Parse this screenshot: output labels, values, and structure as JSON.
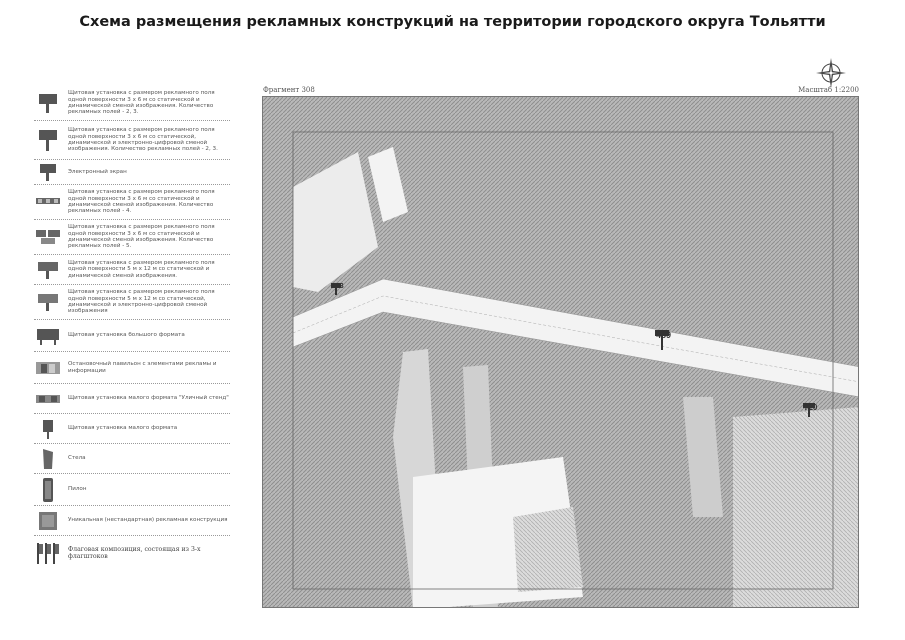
{
  "title": "Схема размещения рекламных конструкций на территории городского округа Тольятти",
  "map": {
    "fragment": "Фрагмент 308",
    "scale": "Масштаб 1:2200",
    "markers": [
      {
        "id": "713",
        "label": "713"
      },
      {
        "id": "489",
        "label": "489"
      },
      {
        "id": "720",
        "label": "720"
      }
    ]
  },
  "legend": [
    {
      "symbol": "board-3x6-double-icon",
      "text": "Щитовая установка с размером рекламного поля одной поверхности 3 х 6 м со статической и динамической сменой изображения. Количество рекламных полей - 2, 3."
    },
    {
      "symbol": "board-3x6-digital-icon",
      "text": "Щитовая установка с размером рекламного поля одной поверхности 3 х 6 м со статической, динамической и электронно-цифровой сменой изображения. Количество рекламных полей - 2, 3."
    },
    {
      "symbol": "electronic-screen-icon",
      "text": "Электронный экран"
    },
    {
      "symbol": "board-3x6-quad-icon",
      "text": "Щитовая установка с размером рекламного поля одной поверхности 3 х 6 м со статической и динамической сменой изображения. Количество рекламных полей - 4."
    },
    {
      "symbol": "board-3x6-five-icon",
      "text": "Щитовая установка с размером рекламного поля одной поверхности 3 х 6 м со статической и динамической сменой изображения. Количество рекламных полей - 5."
    },
    {
      "symbol": "board-5x12-icon",
      "text": "Щитовая установка с размером рекламного поля одной поверхности 5 м х 12 м со статической и динамической сменой изображения."
    },
    {
      "symbol": "board-5x12-digital-icon",
      "text": "Щитовая установка с размером рекламного поля одной поверхности 5 м х 12 м со статической, динамической и электронно-цифровой сменой изображения"
    },
    {
      "symbol": "large-format-board-icon",
      "text": "Щитовая установка большого формата"
    },
    {
      "symbol": "bus-stop-pavilion-icon",
      "text": "Остановочный павильон с элементами рекламы и информации"
    },
    {
      "symbol": "small-street-stand-icon",
      "text": "Щитовая установка малого формата \"Уличный стенд\""
    },
    {
      "symbol": "small-format-board-icon",
      "text": "Щитовая установка малого формата"
    },
    {
      "symbol": "stela-icon",
      "text": "Стела"
    },
    {
      "symbol": "pylon-icon",
      "text": "Пилон"
    },
    {
      "symbol": "unique-construction-icon",
      "text": "Уникальная (нестандартная) рекламная конструкция"
    },
    {
      "symbol": "flag-composition-icon",
      "text": "Флаговая композиция, состоящая из 3-х флагштоков"
    }
  ],
  "colors": {
    "hatch": "#9a9a9a",
    "road": "#f4f4f4",
    "block": "#ffffff",
    "marker": "#333333"
  }
}
